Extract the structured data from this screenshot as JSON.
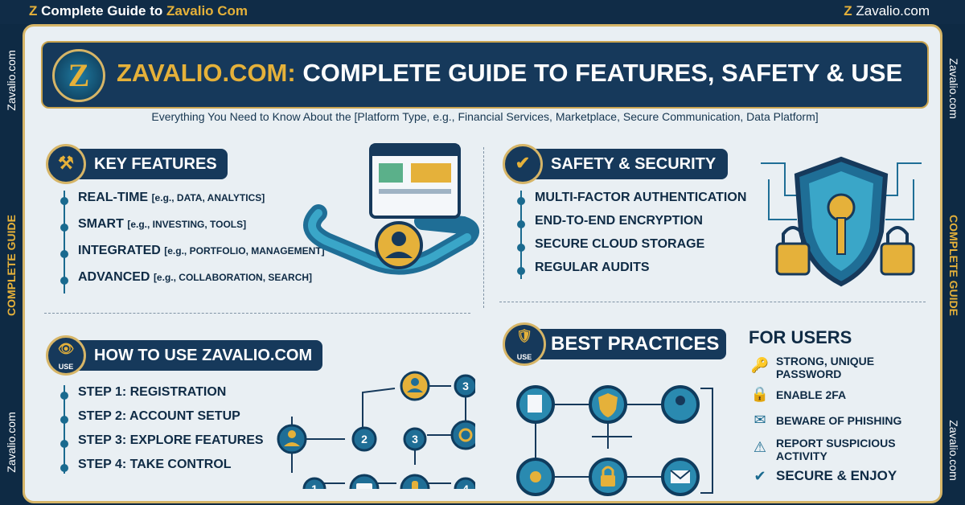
{
  "topbar": {
    "brand_prefix": "Complete Guide to ",
    "brand_name": "Zavalio Com",
    "site": "Zavalio.com",
    "logo_glyph": "Z"
  },
  "side": {
    "site": "Zavalio.com",
    "guide": "COMPLETE GUIDE"
  },
  "header": {
    "logo_glyph": "Z",
    "title_brand": "ZAVALIO.COM:",
    "title_rest": " COMPLETE GUIDE TO FEATURES, SAFETY & USE",
    "subtitle": "Everything You Need to Know About the [Platform Type, e.g., Financial Services, Marketplace, Secure Communication, Data Platform]"
  },
  "key_features": {
    "heading": "KEY FEATURES",
    "icon": "tools-icon",
    "items": [
      {
        "label": "REAL-TIME",
        "hint": "[e.g., DATA, ANALYTICS]"
      },
      {
        "label": "SMART",
        "hint": "[e.g., INVESTING, TOOLS]"
      },
      {
        "label": "INTEGRATED",
        "hint": "[e.g., PORTFOLIO, MANAGEMENT]"
      },
      {
        "label": "ADVANCED",
        "hint": "[e.g., COLLABORATION, SEARCH]"
      }
    ]
  },
  "safety": {
    "heading": "SAFETY & SECURITY",
    "icon": "shield-check-icon",
    "items": [
      "MULTI-FACTOR AUTHENTICATION",
      "END-TO-END ENCRYPTION",
      "SECURE CLOUD STORAGE",
      "REGULAR AUDITS"
    ]
  },
  "how_to_use": {
    "heading": "HOW TO USE ZAVALIO.COM",
    "badge": "USE",
    "steps": [
      "STEP 1: REGISTRATION",
      "STEP 2: ACCOUNT SETUP",
      "STEP 3: EXPLORE FEATURES",
      "STEP 4: TAKE CONTROL"
    ],
    "flow_numbers": [
      "1",
      "2",
      "3",
      "3",
      "4"
    ]
  },
  "best_practices": {
    "heading": "BEST PRACTICES",
    "badge": "USE",
    "users_title": "FOR USERS",
    "items": [
      {
        "text": "STRONG, UNIQUE PASSWORD",
        "icon": "password-icon"
      },
      {
        "text": "ENABLE 2FA",
        "icon": "lock-icon"
      },
      {
        "text": "BEWARE OF PHISHING",
        "icon": "mail-icon"
      },
      {
        "text": "REPORT SUSPICIOUS ACTIVITY",
        "icon": "warning-icon"
      },
      {
        "text": "SECURE & ENJOY",
        "icon": "shield-check-icon"
      }
    ]
  },
  "colors": {
    "navy": "#16395b",
    "gold": "#e5b13a",
    "teal": "#1a6a8f",
    "background": "#e9eff3"
  }
}
